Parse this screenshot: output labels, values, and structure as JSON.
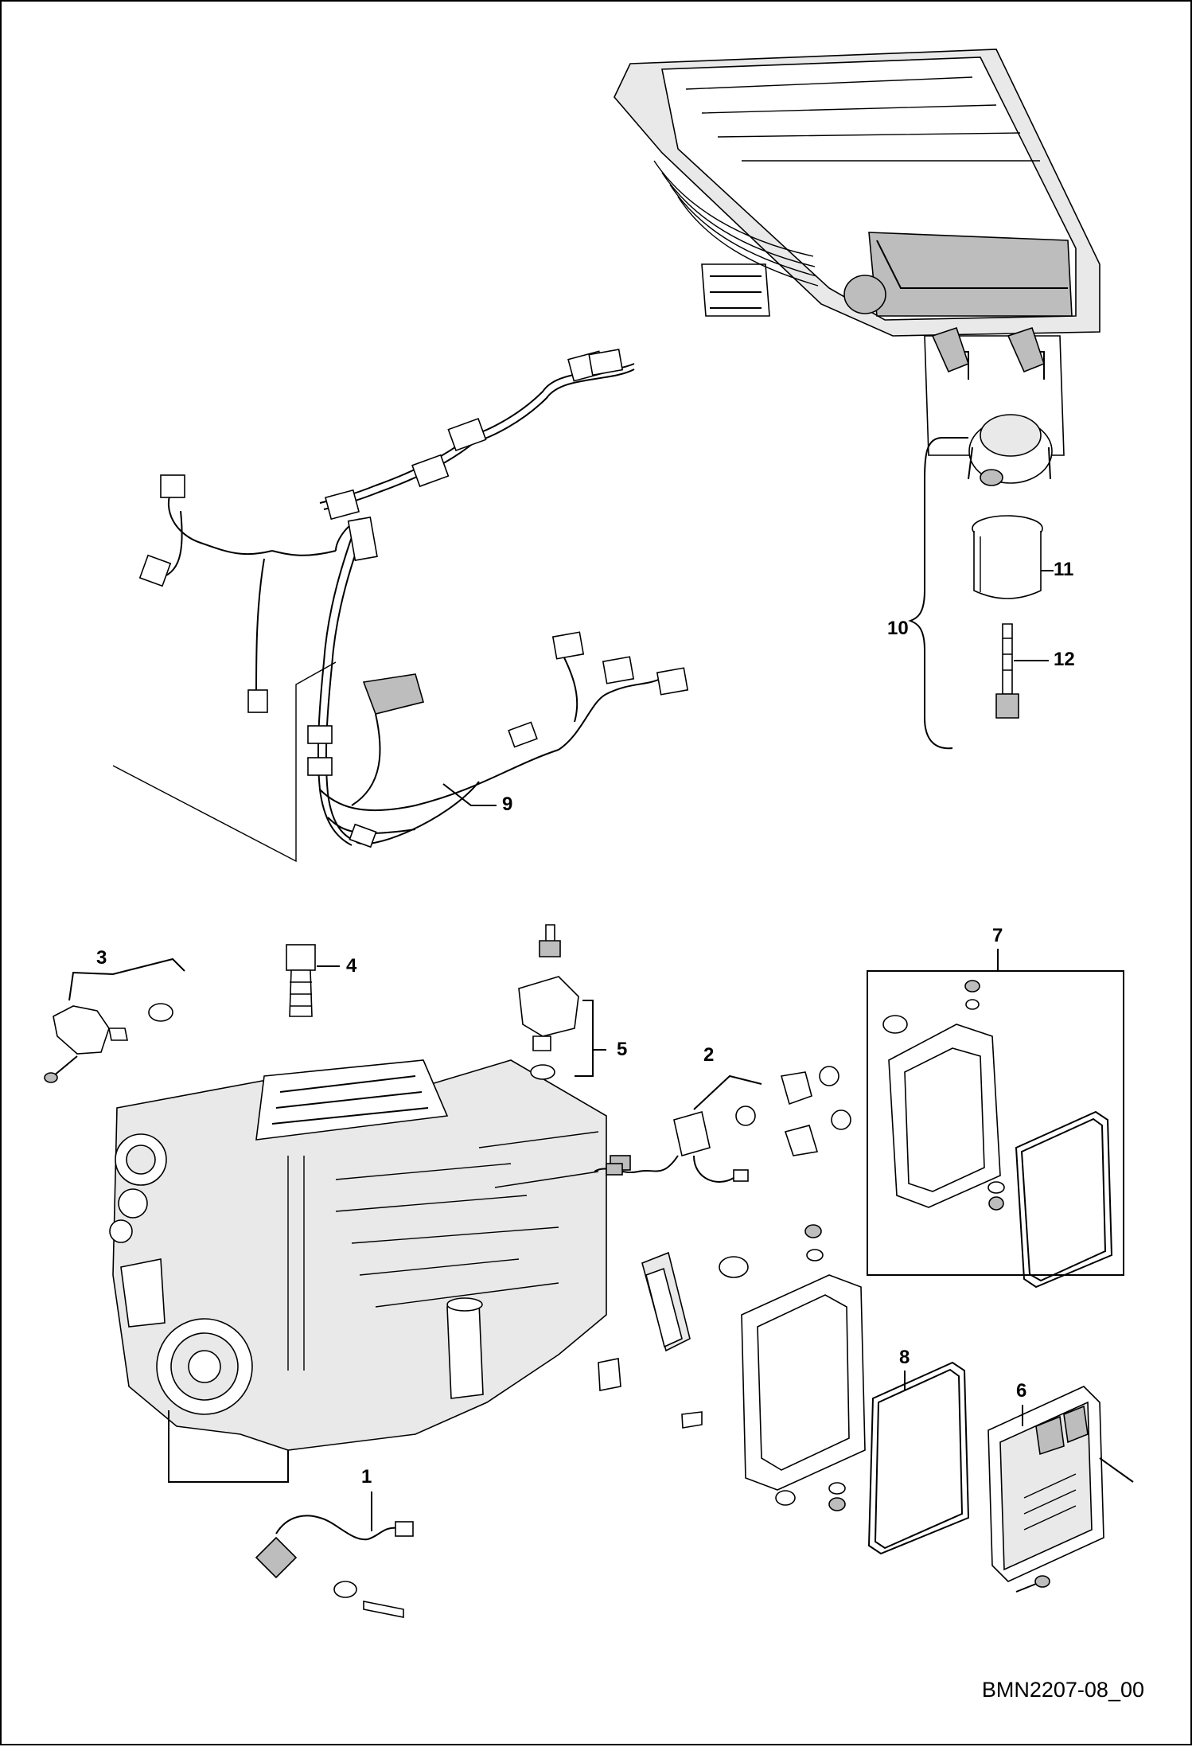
{
  "callouts": {
    "c1": "1",
    "c2": "2",
    "c3": "3",
    "c4": "4",
    "c5": "5",
    "c6": "6",
    "c7": "7",
    "c8": "8",
    "c9": "9",
    "c10": "10",
    "c11": "11",
    "c12": "12"
  },
  "drawing_id": "BMN2207-08_00",
  "colors": {
    "line": "#000000",
    "background": "#ffffff",
    "shade": "#bdbdbd"
  }
}
